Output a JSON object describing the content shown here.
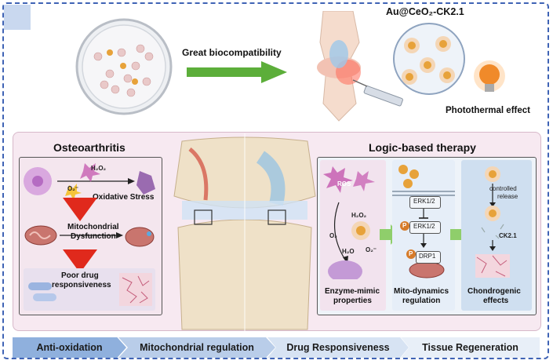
{
  "top": {
    "compat_label": "Great biocompatibility",
    "product_label": "Au@CeO₂-CK2.1",
    "photothermal_label": "Photothermal effect"
  },
  "oa": {
    "title": "Osteoarthritis",
    "h2o2": "H₂O₂",
    "o2": "O₂⁻",
    "oxidative": "Oxidative Stress",
    "mito_line1": "Mitochondrial",
    "mito_line2": "Dysfunction",
    "drug_line1": "Poor drug",
    "drug_line2": "responsiveness"
  },
  "therapy": {
    "title": "Logic-based therapy",
    "ros": "ROS",
    "h2o2": "H₂O₂",
    "o2_left": "O₂",
    "h2o": "H₂O",
    "o2_right": "O₂⁻",
    "enzyme_line1": "Enzyme-mimic",
    "enzyme_line2": "properties",
    "erk1": "ERK1/2",
    "erk2": "ERK1/2",
    "p1": "P",
    "p2": "P",
    "drp1": "DRP1",
    "mito_line1": "Mito-dynamics",
    "mito_line2": "regulation",
    "controlled_line1": "controlled",
    "controlled_line2": "release",
    "ck21": "CK2.1",
    "chondro_line1": "Chondrogenic",
    "chondro_line2": "effects"
  },
  "bottom_bar": [
    {
      "label": "Anti-oxidation",
      "color": "#8fb0dd"
    },
    {
      "label": "Mitochondrial regulation",
      "color": "#b9cde9"
    },
    {
      "label": "Drug Responsiveness",
      "color": "#d7e3f3"
    },
    {
      "label": "Tissue Regeneration",
      "color": "#e8eff8"
    }
  ],
  "colors": {
    "frame": "#3f63b5",
    "arrow_green": "#5cae3a",
    "arrow_red": "#e0291c",
    "panel_pink": "#f7e9f1",
    "nanoparticle": "#e7a23a"
  }
}
